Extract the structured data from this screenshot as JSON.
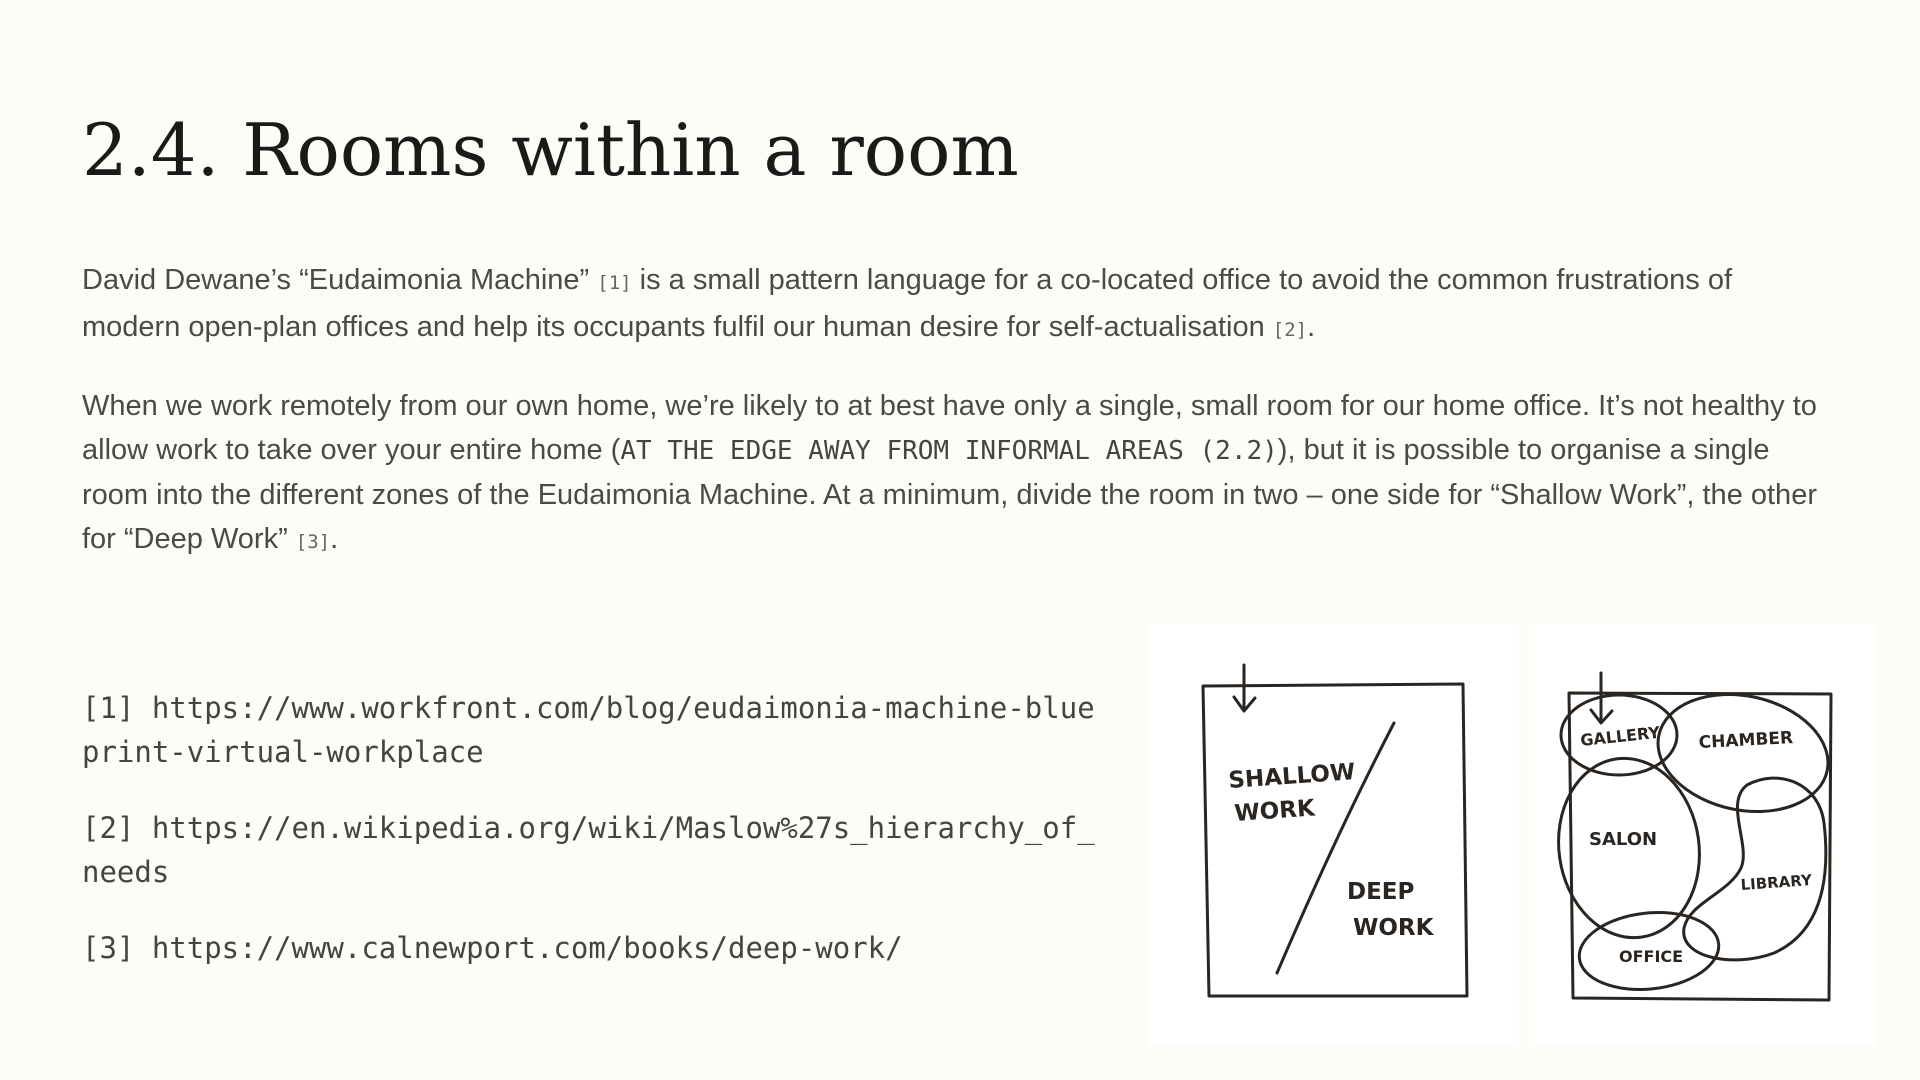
{
  "slide": {
    "title": "2.4. Rooms within a room"
  },
  "intro": {
    "part1": "David Dewane’s “Eudaimonia Machine” ",
    "ref1": "[1]",
    "part2": " is a small pattern language for a co-located office to avoid the common frustrations of modern open-plan offices and help its occupants fulfil our human desire for self-actualisation ",
    "ref2": "[2]",
    "part3": "."
  },
  "remote": {
    "part1": "When we work remotely from our own home, we’re likely to at best have only a single, small room for our home office. It’s not healthy to allow work to take over your entire home (",
    "pattern_link": "AT THE EDGE AWAY FROM INFORMAL AREAS (2.2)",
    "part2": "), but it is possible to organise a single room into the different zones of the Eudaimonia Machine. At a minimum, divide the room in two – one side for “Shallow Work”, the other for “Deep Work” ",
    "ref3": "[3]",
    "part3": "."
  },
  "footnotes": [
    "[1] https://www.workfront.com/blog/eudaimonia-machine-blueprint-virtual-workplace",
    "[2] https://en.wikipedia.org/wiki/Maslow%27s_hierarchy_of_needs",
    "[3] https://www.calnewport.com/books/deep-work/"
  ],
  "sketch_two_zones": {
    "zone_1": [
      "SHALLOW",
      "WORK"
    ],
    "zone_2": [
      "DEEP",
      "WORK"
    ]
  },
  "sketch_five_zones": {
    "zones": [
      "GALLERY",
      "CHAMBER",
      "SALON",
      "LIBRARY",
      "OFFICE"
    ]
  }
}
